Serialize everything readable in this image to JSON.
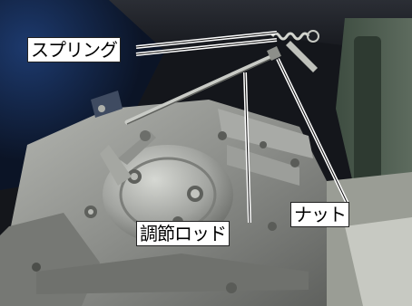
{
  "photo": {
    "subject": "engine-throttle-linkage",
    "colors": {
      "background": "#1a1c22",
      "engine_casting": "#8d8f8c",
      "panel_green": "#4a5a4d",
      "label_bg": "#ffffff",
      "label_text": "#000000",
      "leader_line": "#ffffff"
    }
  },
  "callouts": {
    "spring": "スプリング",
    "adjusting_rod": "調節ロッド",
    "nut": "ナット"
  }
}
